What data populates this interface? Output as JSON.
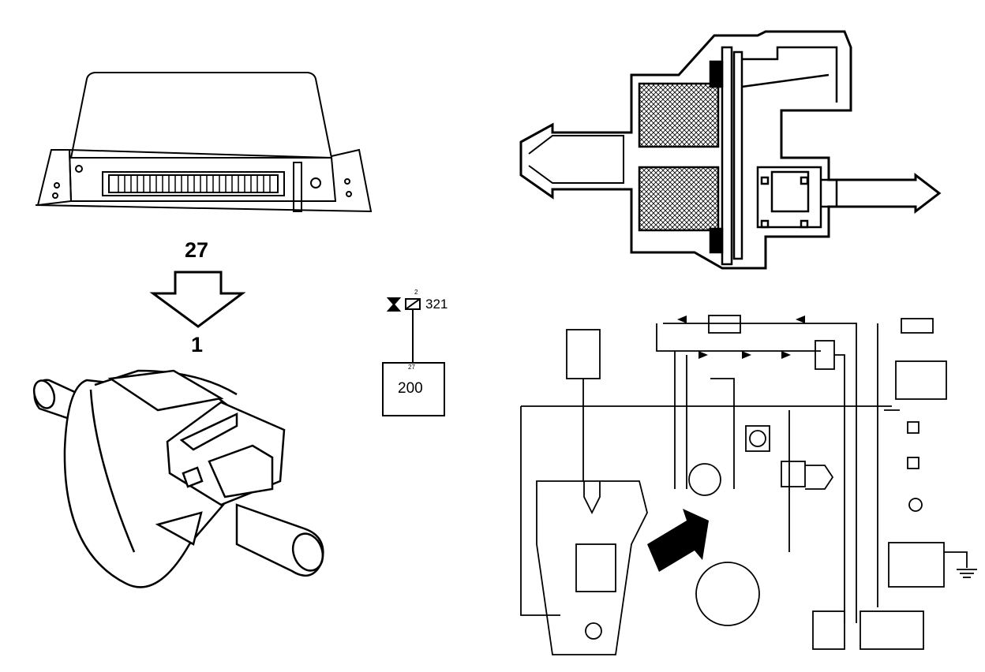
{
  "labels": {
    "arrow_top": "27",
    "arrow_bottom": "1",
    "component_code": "321",
    "pin_number": "2",
    "box_pin": "27",
    "box_code": "200"
  },
  "colors": {
    "line": "#000000",
    "background": "#ffffff",
    "hatch": "#000000"
  },
  "icons": [
    "ecu-module-icon",
    "solenoid-valve-icon",
    "valve-cross-section-icon",
    "engine-schematic-icon",
    "flow-arrow-icon"
  ]
}
